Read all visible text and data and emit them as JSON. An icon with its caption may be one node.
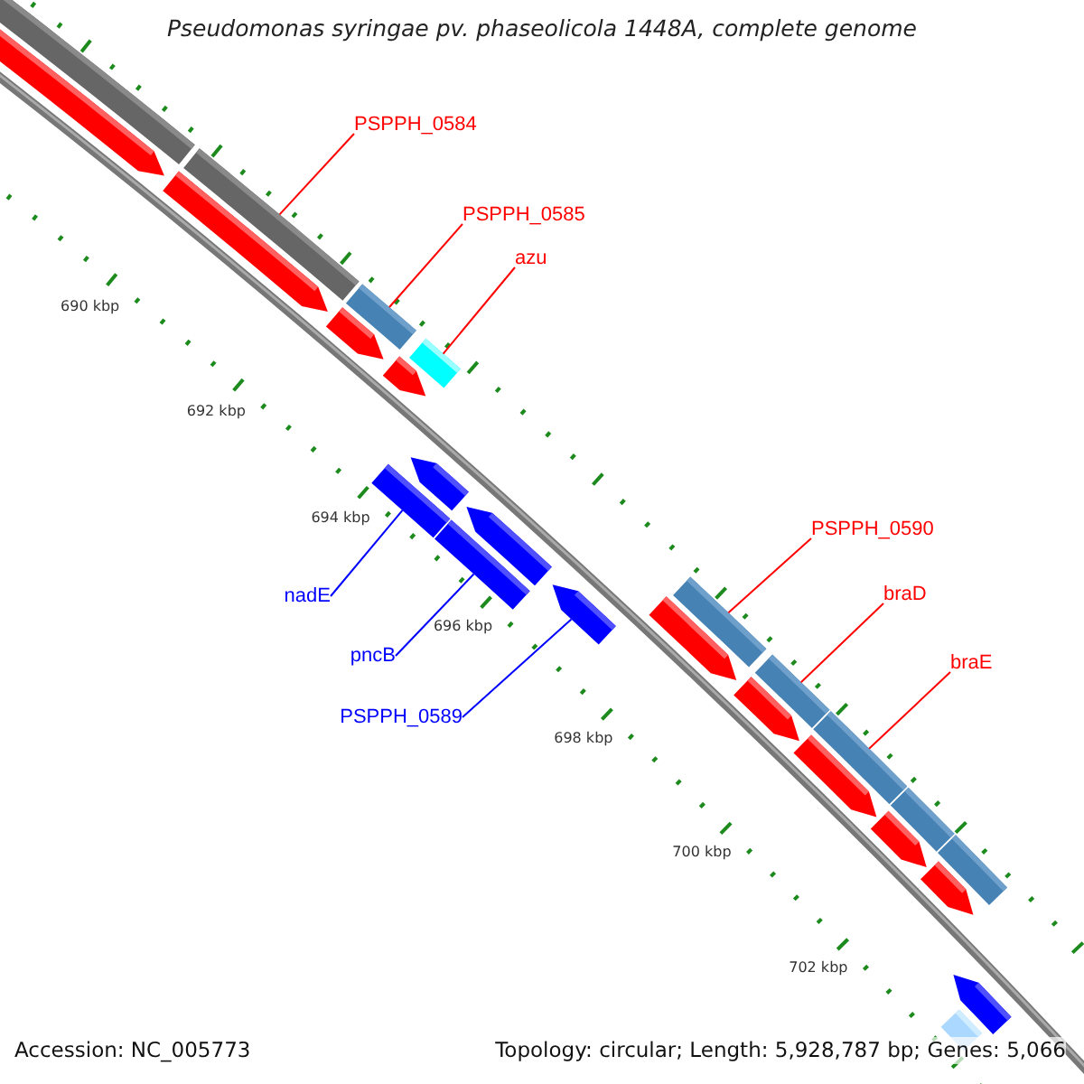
{
  "diagram": {
    "title": "Pseudomonas syringae pv. phaseolicola 1448A, complete genome",
    "nodes": [
      {
        "text": [
          "PSPPH_0584"
        ]
      },
      {
        "text": [
          "PSPPH_0585"
        ]
      },
      {
        "text": [
          "azu"
        ]
      },
      {
        "text": [
          "nadE"
        ]
      },
      {
        "text": [
          "pncB"
        ]
      },
      {
        "text": [
          "PSPPH_0589"
        ]
      },
      {
        "text": [
          "PSPPH_0590"
        ]
      },
      {
        "text": [
          "braD"
        ]
      },
      {
        "text": [
          "braE"
        ]
      },
      {
        "text": [],
        "shape": "bar"
      },
      {
        "text": [],
        "shape": "bar"
      },
      {
        "text": [],
        "shape": "bar"
      },
      {
        "text": [],
        "shape": "bar"
      },
      {
        "text": [],
        "shape": "bar"
      },
      {
        "text": [],
        "shape": "bar"
      },
      {
        "text": [],
        "shape": "bar"
      },
      {
        "text": [],
        "shape": "bar"
      },
      {
        "text": [],
        "shape": "bar"
      },
      {
        "text": [],
        "shape": "arrow"
      },
      {
        "text": [],
        "shape": "arrow"
      },
      {
        "text": [],
        "shape": "arrow"
      },
      {
        "text": [],
        "shape": "arrow"
      },
      {
        "text": [],
        "shape": "arrow"
      },
      {
        "text": [],
        "shape": "arrow"
      },
      {
        "text": [],
        "shape": "arrow"
      },
      {
        "text": [],
        "shape": "arrow"
      },
      {
        "text": [],
        "shape": "arrow"
      },
      {
        "text": [],
        "shape": "arrow"
      },
      {
        "text": [],
        "shape": "arrow"
      },
      {
        "text": [],
        "shape": "arrow"
      },
      {
        "text": [],
        "shape": "arrow"
      },
      {
        "text": [],
        "shape": "bar"
      },
      {
        "text": [],
        "shape": "bar"
      },
      {
        "text": [],
        "shape": "bar"
      }
    ],
    "edges": [
      {
        "from": 0,
        "to": 10,
        "arrow": "none"
      },
      {
        "from": 1,
        "to": 11,
        "arrow": "none"
      },
      {
        "from": 2,
        "to": 12,
        "arrow": "none"
      },
      {
        "from": 3,
        "to": 31,
        "arrow": "none",
        "color": "#0000ff"
      },
      {
        "from": 4,
        "to": 32,
        "arrow": "none",
        "color": "#0000ff"
      },
      {
        "from": 5,
        "to": 29,
        "arrow": "none",
        "color": "#0000ff"
      },
      {
        "from": 6,
        "to": 13,
        "arrow": "none"
      },
      {
        "from": 7,
        "to": 14,
        "arrow": "none"
      },
      {
        "from": 8,
        "to": 15,
        "arrow": "none"
      }
    ],
    "labels": [
      "690 kbp",
      "692 kbp",
      "694 kbp",
      "696 kbp",
      "698 kbp",
      "700 kbp",
      "702 kbp",
      "Accession: NC_005773",
      "Topology: circular; Length: 5,928,787 bp; Genes: 5,066"
    ]
  }
}
